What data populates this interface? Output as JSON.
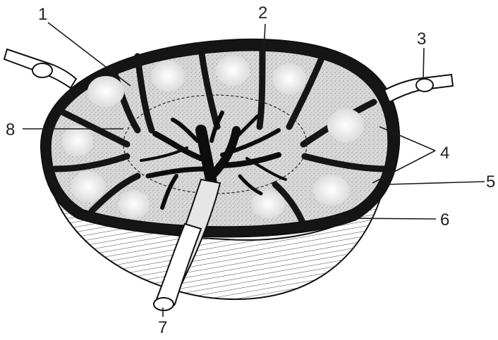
{
  "diagram": {
    "labels": [
      {
        "id": "1",
        "text": "1"
      },
      {
        "id": "2",
        "text": "2"
      },
      {
        "id": "3",
        "text": "3"
      },
      {
        "id": "4",
        "text": "4"
      },
      {
        "id": "5",
        "text": "5"
      },
      {
        "id": "6",
        "text": "6"
      },
      {
        "id": "7",
        "text": "7"
      },
      {
        "id": "8",
        "text": "8"
      }
    ],
    "colors": {
      "ink": "#111111",
      "capsule_dark": "#151515",
      "cortex_fill": "#d9d9d9",
      "germinal_center": "#f3f3f3",
      "hilum_fill": "#e6e6e6",
      "background": "#ffffff"
    }
  }
}
